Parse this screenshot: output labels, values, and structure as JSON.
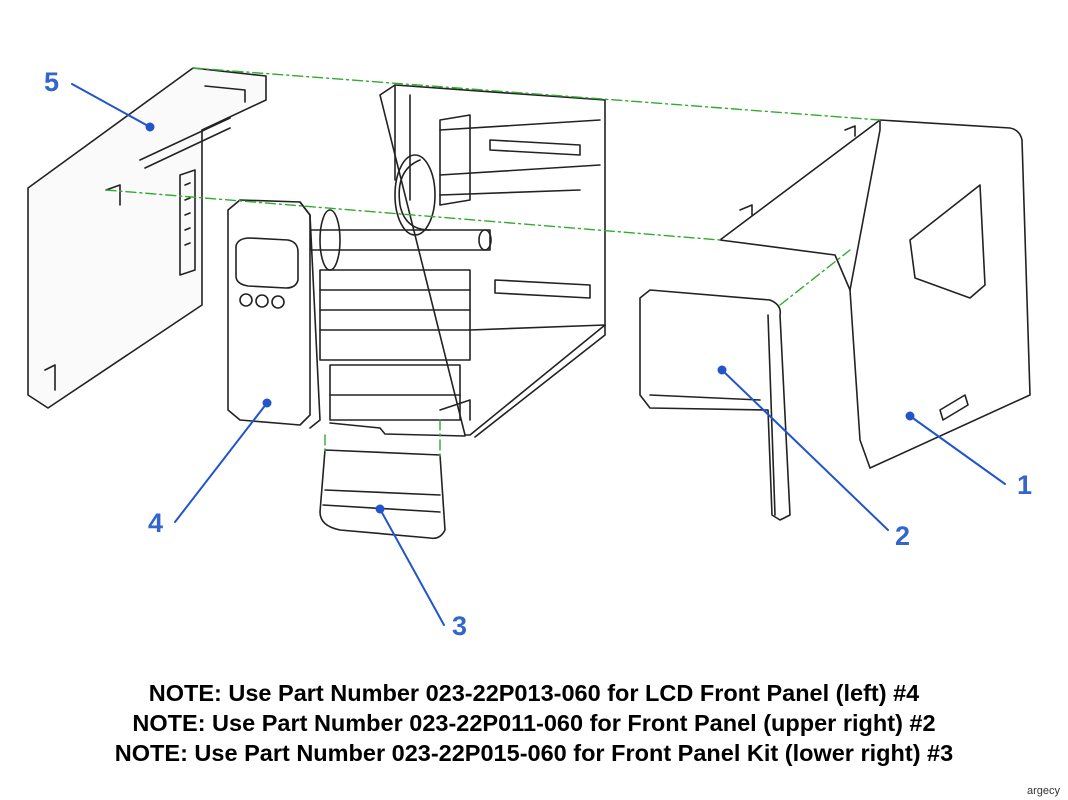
{
  "diagram": {
    "callouts": [
      {
        "id": "1",
        "label": "1"
      },
      {
        "id": "2",
        "label": "2"
      },
      {
        "id": "3",
        "label": "3"
      },
      {
        "id": "4",
        "label": "4"
      },
      {
        "id": "5",
        "label": "5"
      }
    ],
    "leader_color": "#2255cc",
    "callout_color": "#3366cc",
    "guide_line_color": "#33aa33",
    "line_art_color": "#222222"
  },
  "notes": [
    "NOTE:  Use Part Number 023-22P013-060 for LCD Front Panel (left) #4",
    "NOTE:  Use Part Number 023-22P011-060 for Front Panel (upper right) #2",
    "NOTE:  Use Part Number 023-22P015-060 for Front Panel Kit (lower right) #3"
  ],
  "watermark": "argecy"
}
